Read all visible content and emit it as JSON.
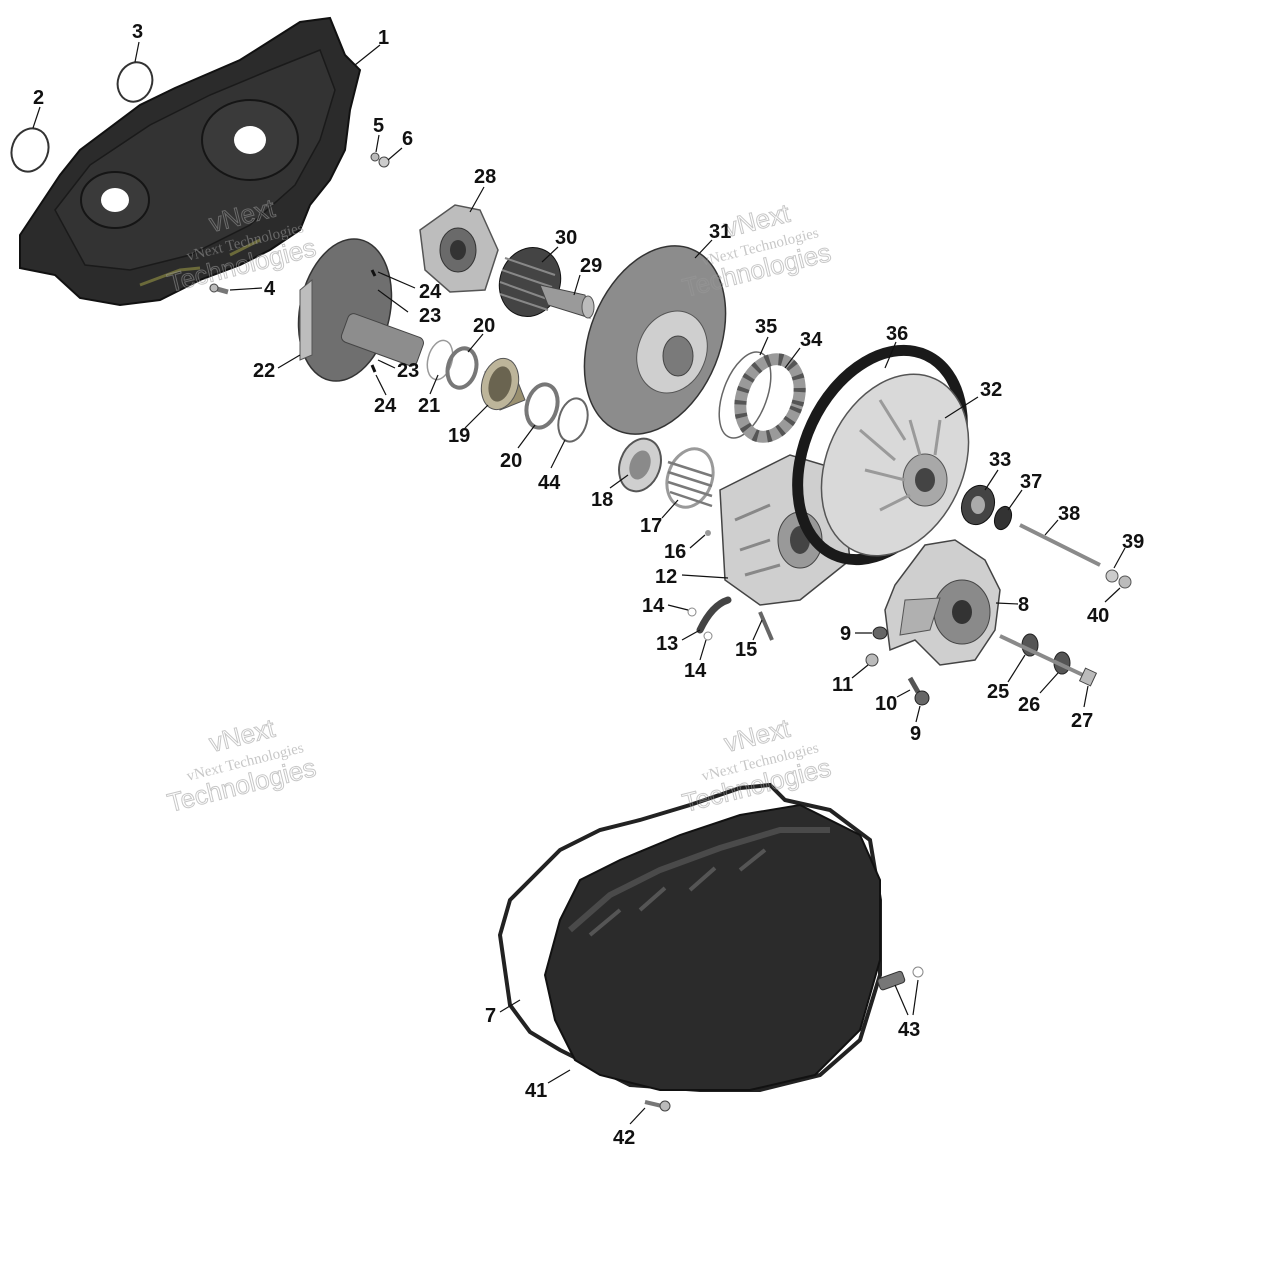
{
  "colors": {
    "housing": "#2b2b2b",
    "housing_edge": "#111111",
    "metal": "#cfcfcf",
    "metal_dark": "#8a8a8a",
    "disc": "#8c8c8c",
    "belt": "#1a1a1a",
    "watermark": "#9a9a9a"
  },
  "watermark": {
    "small": "vNext Technologies",
    "big_line1": "vNext",
    "big_line2": "Technologies"
  },
  "callouts": [
    {
      "id": "c1",
      "text": "1"
    },
    {
      "id": "c2",
      "text": "2"
    },
    {
      "id": "c3",
      "text": "3"
    },
    {
      "id": "c4",
      "text": "4"
    },
    {
      "id": "c5",
      "text": "5"
    },
    {
      "id": "c6",
      "text": "6"
    },
    {
      "id": "c7",
      "text": "7"
    },
    {
      "id": "c8",
      "text": "8"
    },
    {
      "id": "c9a",
      "text": "9"
    },
    {
      "id": "c9b",
      "text": "9"
    },
    {
      "id": "c10",
      "text": "10"
    },
    {
      "id": "c11",
      "text": "11"
    },
    {
      "id": "c12",
      "text": "12"
    },
    {
      "id": "c13",
      "text": "13"
    },
    {
      "id": "c14a",
      "text": "14"
    },
    {
      "id": "c14b",
      "text": "14"
    },
    {
      "id": "c15",
      "text": "15"
    },
    {
      "id": "c16",
      "text": "16"
    },
    {
      "id": "c17",
      "text": "17"
    },
    {
      "id": "c18",
      "text": "18"
    },
    {
      "id": "c19",
      "text": "19"
    },
    {
      "id": "c20a",
      "text": "20"
    },
    {
      "id": "c20b",
      "text": "20"
    },
    {
      "id": "c21",
      "text": "21"
    },
    {
      "id": "c22",
      "text": "22"
    },
    {
      "id": "c23a",
      "text": "23"
    },
    {
      "id": "c23b",
      "text": "23"
    },
    {
      "id": "c24a",
      "text": "24"
    },
    {
      "id": "c24b",
      "text": "24"
    },
    {
      "id": "c25",
      "text": "25"
    },
    {
      "id": "c26",
      "text": "26"
    },
    {
      "id": "c27",
      "text": "27"
    },
    {
      "id": "c28",
      "text": "28"
    },
    {
      "id": "c29",
      "text": "29"
    },
    {
      "id": "c30",
      "text": "30"
    },
    {
      "id": "c31",
      "text": "31"
    },
    {
      "id": "c32",
      "text": "32"
    },
    {
      "id": "c33",
      "text": "33"
    },
    {
      "id": "c34",
      "text": "34"
    },
    {
      "id": "c35",
      "text": "35"
    },
    {
      "id": "c36",
      "text": "36"
    },
    {
      "id": "c37",
      "text": "37"
    },
    {
      "id": "c38",
      "text": "38"
    },
    {
      "id": "c39",
      "text": "39"
    },
    {
      "id": "c40",
      "text": "40"
    },
    {
      "id": "c41",
      "text": "41"
    },
    {
      "id": "c42",
      "text": "42"
    },
    {
      "id": "c43",
      "text": "43"
    },
    {
      "id": "c44",
      "text": "44"
    }
  ]
}
